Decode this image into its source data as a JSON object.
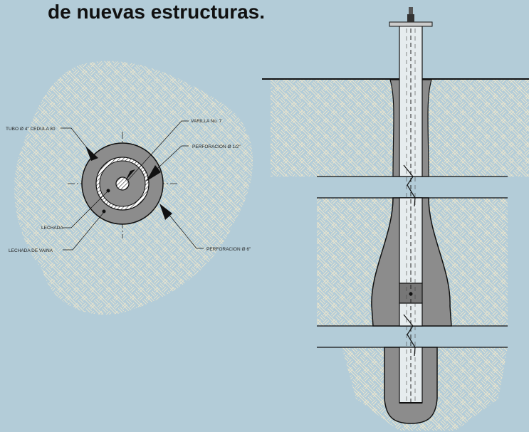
{
  "heading": "de nuevas estructuras.",
  "section_view": {
    "labels": {
      "pipe": "TUBO Ø 4\" CEDULA 80",
      "rod": "VARILLA No. 7",
      "inner_bore": "PERFORACION Ø 1/2\"",
      "grout": "LECHADA",
      "sheath_grout": "LECHADA DE VAINA",
      "outer_bore": "PERFORACION Ø 6\""
    }
  },
  "colors": {
    "background": "#b3ccd8",
    "soil_hatch": "#e8e0c8",
    "grout": "#8c8c8c",
    "pipe_fill": "#e6ecee",
    "outline": "#111111"
  }
}
